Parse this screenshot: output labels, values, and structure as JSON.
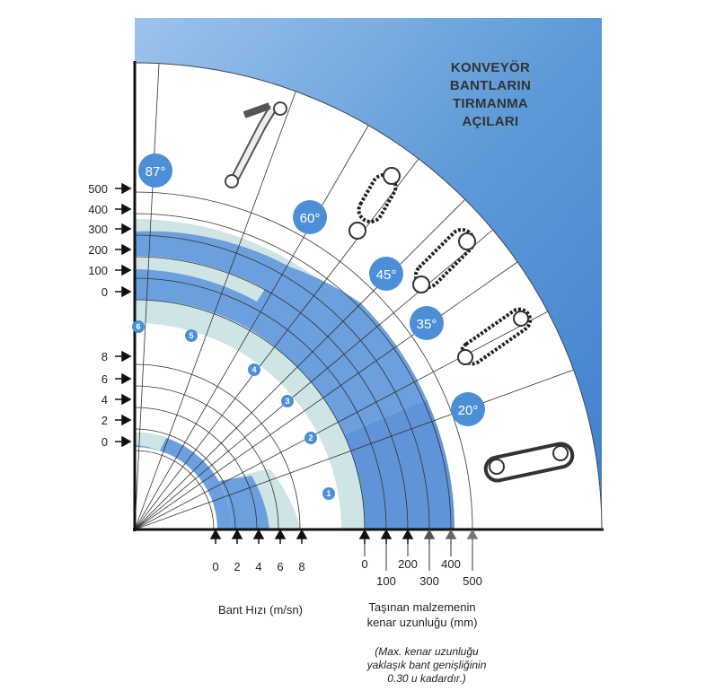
{
  "title_lines": [
    "KONVEYÖR",
    "BANTLARIN",
    "TIRMANMA",
    "AÇILARI"
  ],
  "angles": [
    {
      "label": "87°",
      "deg": 87
    },
    {
      "label": "60°",
      "deg": 60
    },
    {
      "label": "45°",
      "deg": 45
    },
    {
      "label": "35°",
      "deg": 35
    },
    {
      "label": "20°",
      "deg": 20
    }
  ],
  "zones": [
    "1",
    "2",
    "3",
    "4",
    "5",
    "6"
  ],
  "left_scale_upper": [
    "500",
    "400",
    "300",
    "200",
    "100",
    "0"
  ],
  "left_scale_lower": [
    "8",
    "6",
    "4",
    "2",
    "0"
  ],
  "speed_ticks": [
    "0",
    "2",
    "4",
    "6",
    "8"
  ],
  "edge_ticks": [
    "0",
    "100",
    "200",
    "300",
    "400",
    "500"
  ],
  "speed_caption": "Bant Hızı (m/sn)",
  "edge_caption_lines": [
    "Taşınan malzemenin",
    "kenar uzunluğu (mm)"
  ],
  "note_lines": [
    "(Max. kenar uzunluğu",
    "yaklaşık bant genişliğinin",
    "0.30 u kadardır.)"
  ],
  "colors": {
    "sky": "#5b98d8",
    "band_blue": "#6b9fdd",
    "band_light": "#cfe4e4",
    "badge": "#4d8fd6"
  }
}
